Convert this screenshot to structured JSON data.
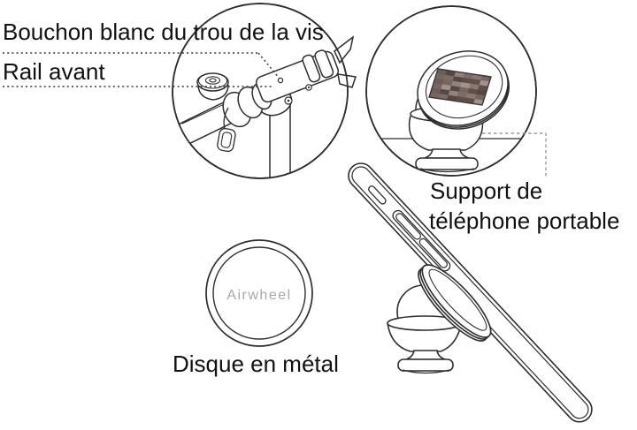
{
  "illustration": {
    "background": "#ffffff",
    "line_color": "#2d2d2d",
    "label_color": "#111111",
    "leader_line_color": "#333333",
    "callout_dash_color": "#9a9a9a",
    "brand_text": "Airwheel",
    "brand_color": "#a8a8a8",
    "labels": {
      "screw_hole_cap": "Bouchon blanc du trou de la vis",
      "front_rail": "Rail avant",
      "phone_holder": [
        "Support de",
        "téléphone portable"
      ],
      "metal_disc": "Disque en métal"
    },
    "sticker_palette": [
      "#6e5c57",
      "#a2918c",
      "#8a7771",
      "#544744",
      "#b7a8a2",
      "#776560",
      "#93837e",
      "#5f4f4b",
      "#c0b2ac",
      "#7d6b66"
    ]
  }
}
